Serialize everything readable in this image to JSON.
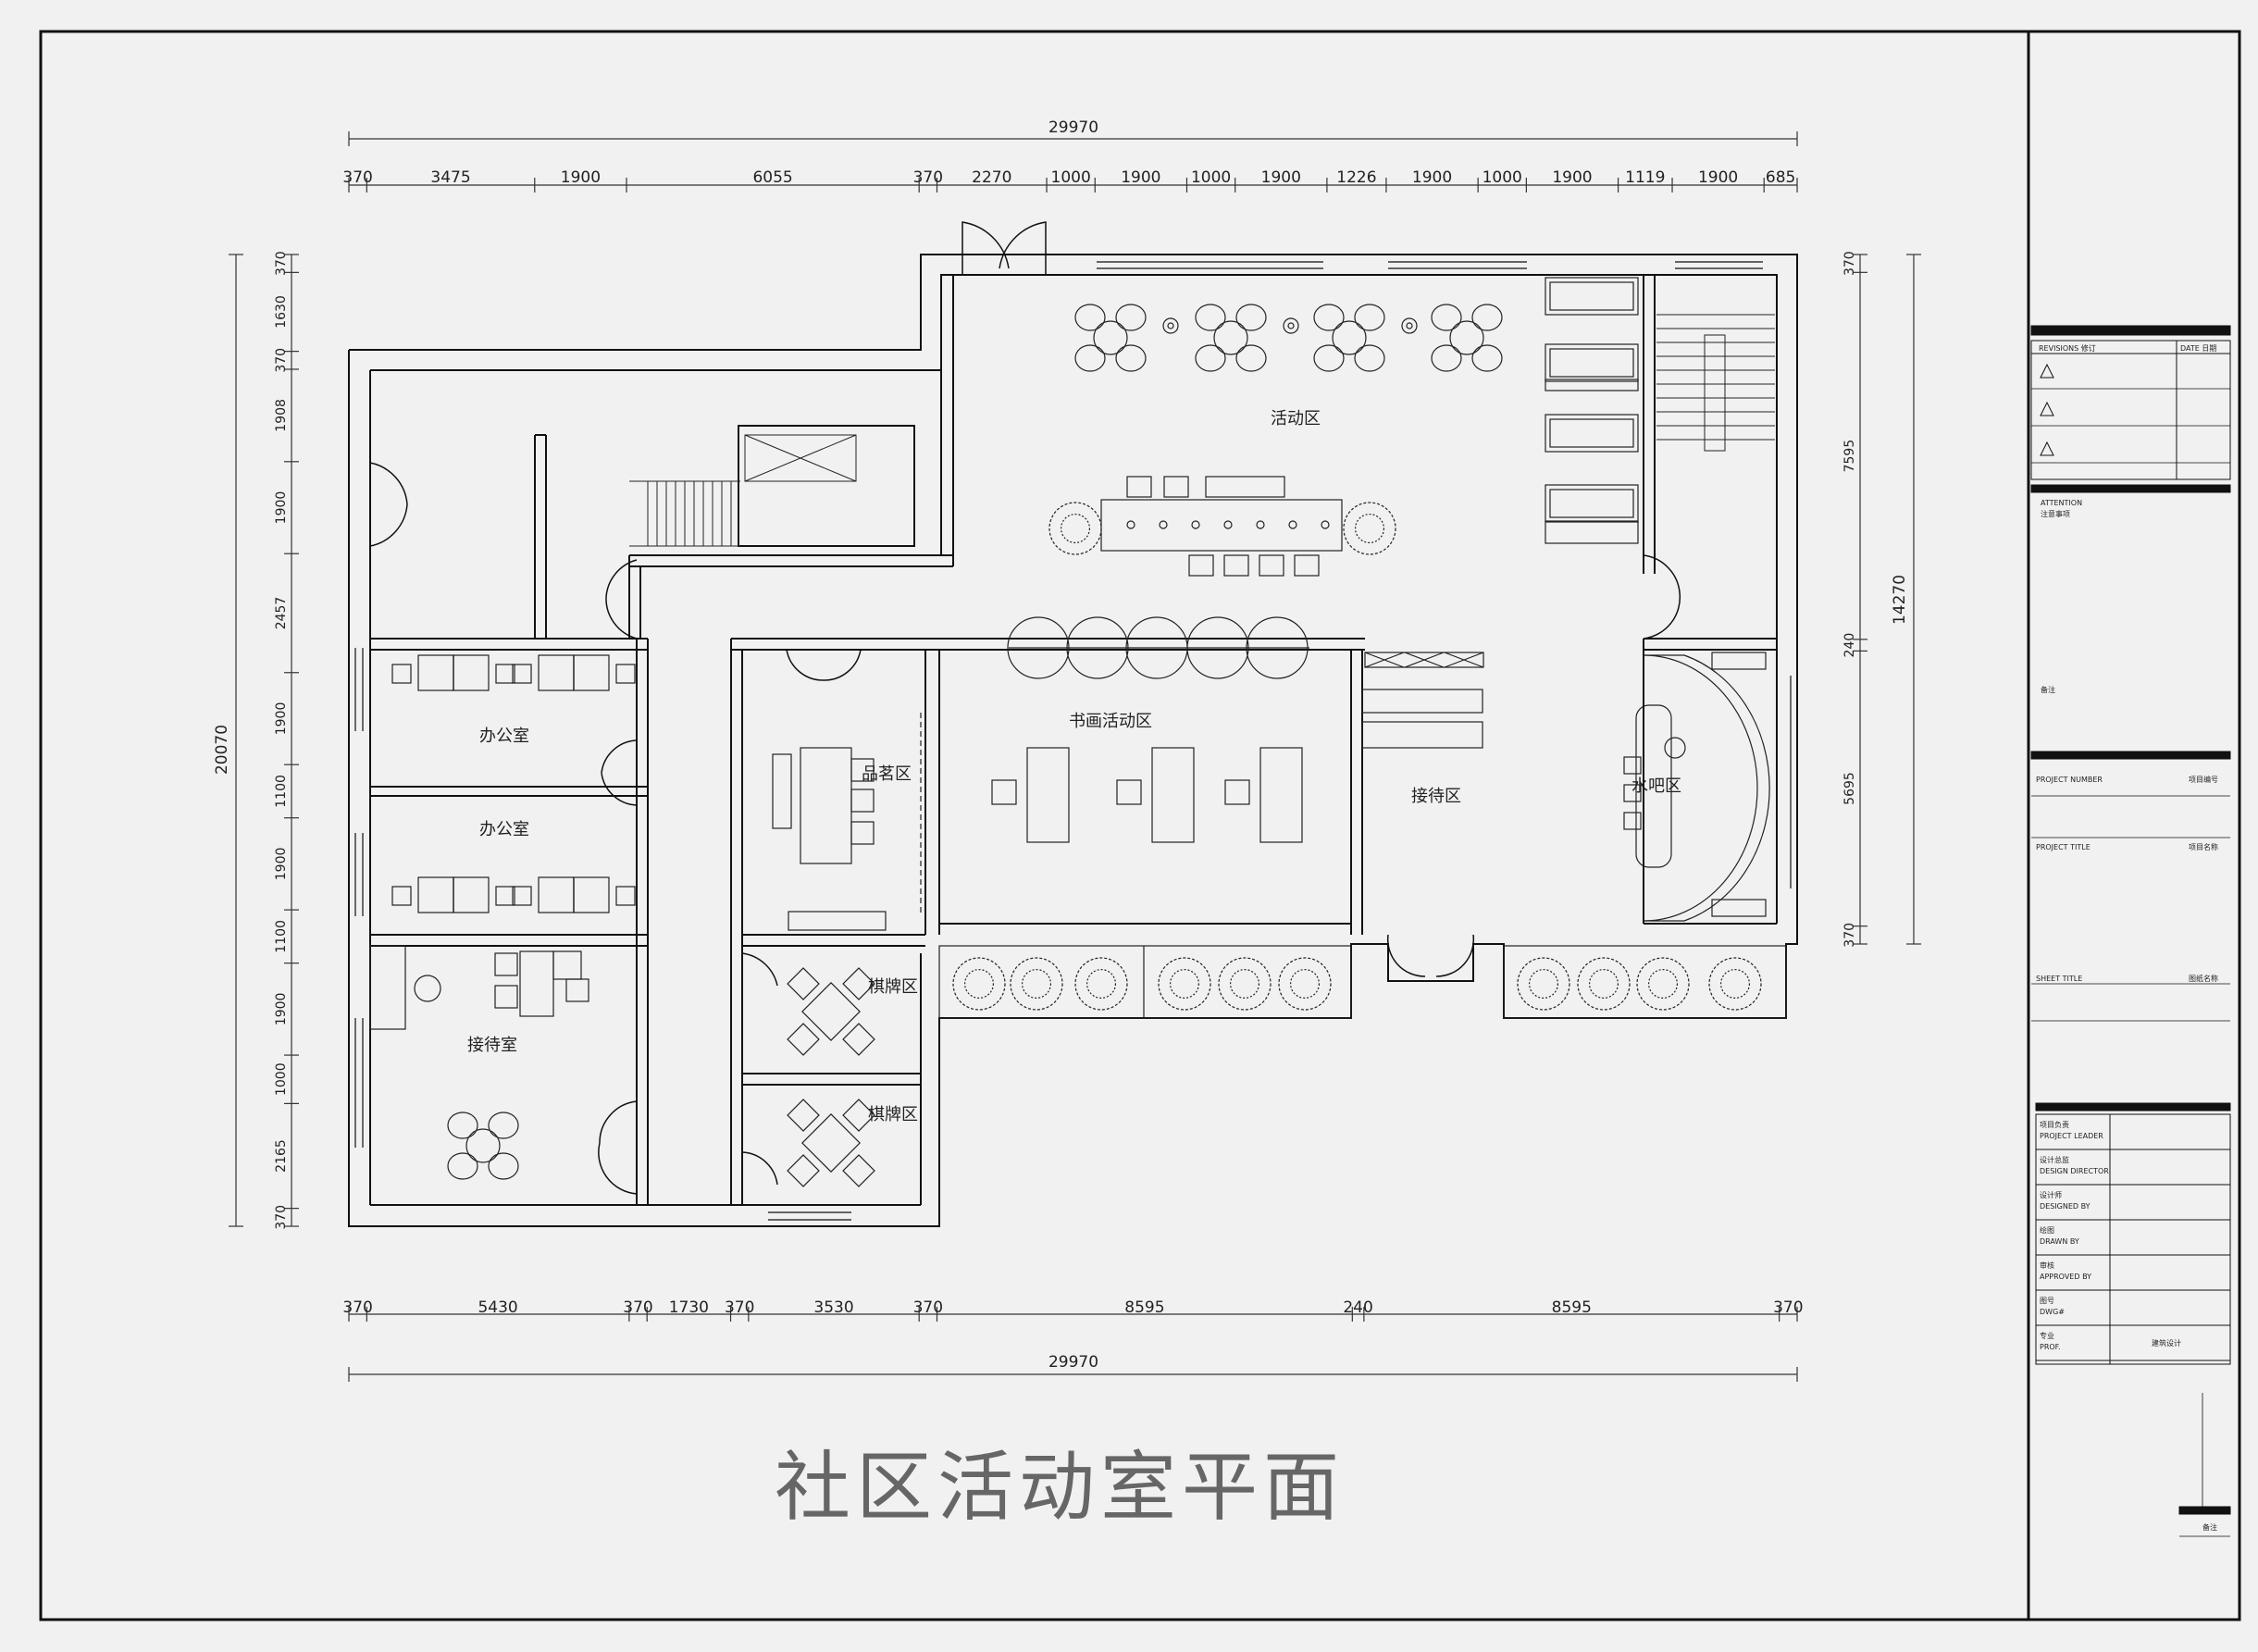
{
  "drawing_title": "社区活动室平面",
  "dims": {
    "overall": "29970",
    "overall_bottom": "29970",
    "top_segments": [
      "370",
      "3475",
      "1900",
      "6055",
      "370",
      "2270",
      "1000",
      "1900",
      "1000",
      "1900",
      "1226",
      "1900",
      "1000",
      "1900",
      "1119",
      "1900",
      "685"
    ],
    "bottom_segments": [
      "370",
      "5430",
      "370",
      "1730",
      "370",
      "3530",
      "370",
      "8595",
      "240",
      "8595",
      "370"
    ],
    "left_segments": [
      "370",
      "1630",
      "370",
      "1908",
      "1900",
      "2457",
      "1900",
      "1100",
      "1900",
      "1100",
      "1900",
      "1000",
      "2165",
      "370"
    ],
    "left_total": "20070",
    "right_segments": [
      "370",
      "7595",
      "240",
      "5695",
      "370"
    ],
    "right_total": "14270"
  },
  "rooms": {
    "activity": "活动区",
    "calligraphy": "书画活动区",
    "tea": "品茗区",
    "reception_zone": "接待区",
    "water_bar": "水吧区",
    "office_1": "办公室",
    "office_2": "办公室",
    "reception_room": "接待室",
    "chess_1": "棋牌区",
    "chess_2": "棋牌区"
  },
  "title_block": {
    "revisions": "REVISIONS  修订",
    "date": "DATE  日期",
    "attention": "ATTENTION",
    "attention_sub": "注意事项",
    "note": "备注",
    "project_number": "PROJECT NUMBER",
    "project_number_val": "项目编号",
    "project_title": "PROJECT TITLE",
    "project_title_val": "项目名称",
    "sheet_title": "SHEET TITLE",
    "sheet_title_val": "图纸名称",
    "rows": [
      {
        "cn": "项目负责",
        "en": "PROJECT LEADER",
        "val": ""
      },
      {
        "cn": "设计总监",
        "en": "DESIGN DIRECTOR",
        "val": ""
      },
      {
        "cn": "设计师",
        "en": "DESIGNED BY",
        "val": ""
      },
      {
        "cn": "绘图",
        "en": "DRAWN BY",
        "val": ""
      },
      {
        "cn": "审核",
        "en": "APPROVED BY",
        "val": ""
      },
      {
        "cn": "图号",
        "en": "DWG#",
        "val": ""
      },
      {
        "cn": "专业",
        "en": "PROF.",
        "val": "建筑设计"
      }
    ],
    "stamp": "备注"
  }
}
